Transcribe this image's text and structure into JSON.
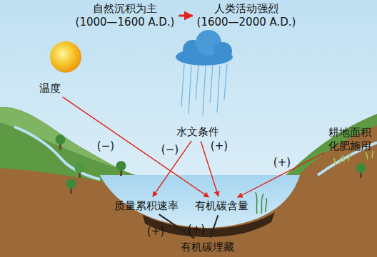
{
  "diagram": {
    "nodes": [
      {
        "text": [
          "自然沉积为主",
          "(1000—1600 A.D.)"
        ]
      },
      {
        "text": [
          "人类活动强烈",
          "(1600—2000 A.D.)"
        ]
      },
      {
        "text": [
          "温度"
        ]
      },
      {
        "text": [
          "水文条件"
        ]
      },
      {
        "text": [
          "耕地面积",
          "化肥施用"
        ]
      },
      {
        "text": [
          "质量累积速率"
        ]
      },
      {
        "text": [
          "有机碳含量"
        ]
      },
      {
        "text": [
          "有机碳埋藏"
        ]
      }
    ],
    "edges": [
      {
        "from": 0,
        "to": 1,
        "arrow": "to"
      },
      {
        "from": 2,
        "to": 6,
        "label": "(−)",
        "arrow": "to"
      },
      {
        "from": 3,
        "to": 5,
        "label": "(−)",
        "arrow": "to"
      },
      {
        "from": 3,
        "to": 6,
        "label": "(+)",
        "arrow": "to"
      },
      {
        "from": 4,
        "to": 6,
        "label": "(+)",
        "arrow": "to"
      },
      {
        "from": 5,
        "to": 7,
        "label": "(+)",
        "arrow": "none"
      },
      {
        "from": 6,
        "to": 7,
        "label": "(+)",
        "arrow": "none"
      }
    ]
  }
}
